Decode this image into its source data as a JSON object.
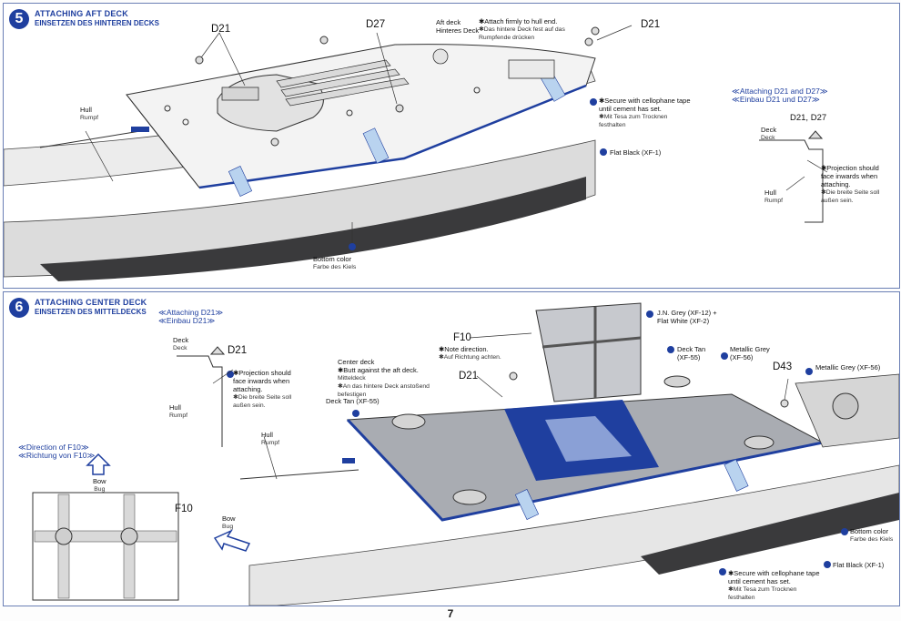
{
  "step5": {
    "number": "5",
    "title_en": "ATTACHING AFT DECK",
    "title_de": "EINSETZEN DES HINTEREN DECKS",
    "labels": {
      "d21_a": "D21",
      "d27": "D27",
      "d21_b": "D21",
      "aft_deck_en": "Aft deck",
      "aft_deck_de": "Hinteres Deck",
      "hull_en": "Hull",
      "hull_de": "Rumpf"
    },
    "notes": {
      "attach_firmly_en": "✱Attach firmly to hull end.",
      "attach_firmly_de_1": "✱Das hintere Deck fest auf das",
      "attach_firmly_de_2": "Rumpfende drücken",
      "tape_en_1": "✱Secure with cellophane tape",
      "tape_en_2": "until cement has set.",
      "tape_de_1": "✱Mit Tesa zum Trocknen",
      "tape_de_2": "festhalten",
      "flat_black": "Flat Black (XF-1)",
      "bottom_color_en": "Bottom color",
      "bottom_color_de": "Farbe des Kiels"
    },
    "detail": {
      "title_en": "≪Attaching D21 and D27≫",
      "title_de": "≪Einbau D21 und D27≫",
      "parts": "D21, D27",
      "deck_en": "Deck",
      "deck_de": "Deck",
      "projection_1": "✱Projection should",
      "projection_2": "face inwards when",
      "projection_3": "attaching.",
      "projection_de_1": "✱Die breite Seite soll",
      "projection_de_2": "außen sein.",
      "hull_en": "Hull",
      "hull_de": "Rumpf"
    }
  },
  "step6": {
    "number": "6",
    "title_en": "ATTACHING CENTER DECK",
    "title_de": "EINSETZEN DES MITTELDECKS",
    "detail": {
      "title_en": "≪Attaching D21≫",
      "title_de": "≪Einbau D21≫",
      "deck_en": "Deck",
      "deck_de": "Deck",
      "part": "D21",
      "projection_1": "✱Projection should",
      "projection_2": "face inwards when",
      "projection_3": "attaching.",
      "projection_de_1": "✱Die breite Seite soll",
      "projection_de_2": "außen sein.",
      "hull_en": "Hull",
      "hull_de": "Rumpf"
    },
    "direction": {
      "title_en": "≪Direction of F10≫",
      "title_de": "≪Richtung von F10≫",
      "bow_en": "Bow",
      "bow_de": "Bug",
      "part": "F10"
    },
    "labels": {
      "hull_en": "Hull",
      "hull_de": "Rumpf",
      "center_deck_en": "Center deck",
      "butt_en": "✱Butt against the aft deck.",
      "center_deck_de": "Mitteldeck",
      "butt_de_1": "✱An das hintere Deck anstoßend",
      "butt_de_2": "befestigen",
      "deck_tan_1": "Deck Tan (XF-55)",
      "f10": "F10",
      "note_dir_en": "✱Note direction.",
      "note_dir_de": "✱Auf Richtung achten.",
      "d21": "D21",
      "jn_grey_1": "J.N. Grey (XF-12) +",
      "jn_grey_2": "Flat White (XF-2)",
      "deck_tan_2": "Deck Tan",
      "deck_tan_2_code": "(XF-55)",
      "metallic_grey_1": "Metallic Grey",
      "metallic_grey_1_code": "(XF-56)",
      "d43": "D43",
      "metallic_grey_2": "Metallic Grey (XF-56)",
      "bow_en": "Bow",
      "bow_de": "Bug",
      "bottom_color_en": "Bottom color",
      "bottom_color_de": "Farbe des Kiels",
      "flat_black": "Flat Black (XF-1)",
      "tape_en_1": "✱Secure with cellophane tape",
      "tape_en_2": "until cement has set.",
      "tape_de_1": "✱Mit Tesa zum Trocknen",
      "tape_de_2": "festhalten"
    }
  },
  "page_number": "7",
  "colors": {
    "accent_blue": "#1f3f9f",
    "deck_grey": "#a9acb2",
    "hull_dark": "#3a3a3c",
    "tape": "#b9d3ef"
  }
}
